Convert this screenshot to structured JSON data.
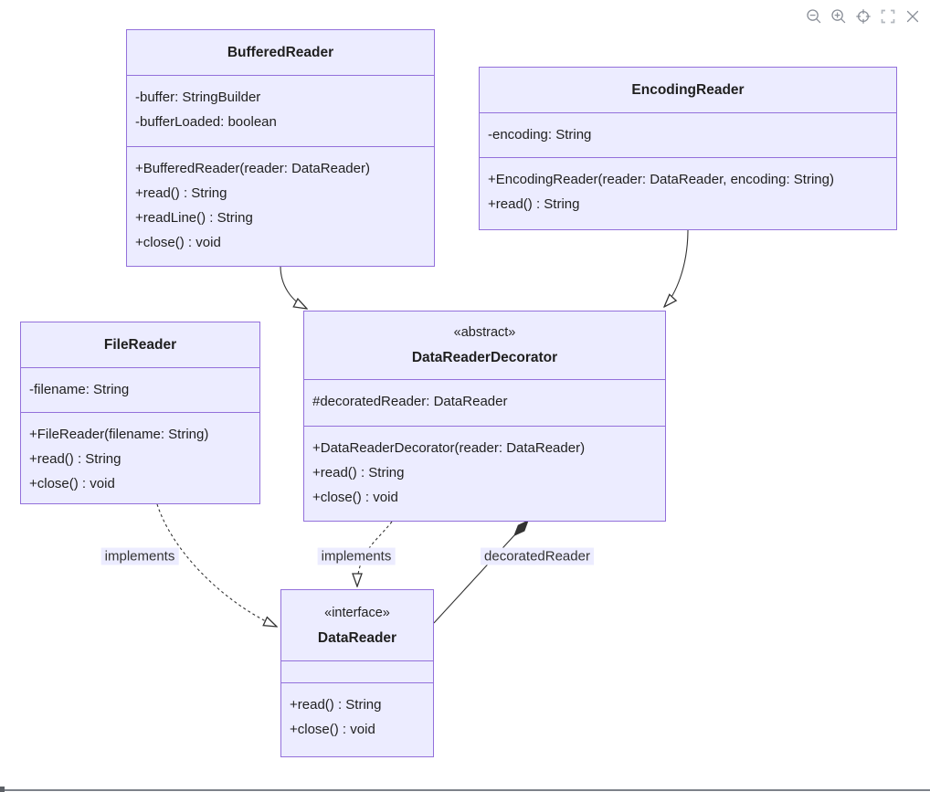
{
  "toolbar": {
    "icons": [
      {
        "name": "zoom-out"
      },
      {
        "name": "zoom-in"
      },
      {
        "name": "reset-view"
      },
      {
        "name": "fullscreen"
      },
      {
        "name": "close"
      }
    ]
  },
  "colors": {
    "node_fill": "#ECECFF",
    "node_border": "#9370DB",
    "edge": "#333333",
    "edge_label_bg": "#ECECFF",
    "text": "#1f1f1f",
    "icon_gray": "#8b9099"
  },
  "diagram": {
    "type": "uml-class-diagram",
    "classes": [
      {
        "name": "BufferedReader",
        "stereotype": "",
        "attributes": [
          "-buffer: StringBuilder",
          "-bufferLoaded: boolean"
        ],
        "methods": [
          "+BufferedReader(reader: DataReader)",
          "+read() : String",
          "+readLine() : String",
          "+close() : void"
        ]
      },
      {
        "name": "EncodingReader",
        "stereotype": "",
        "attributes": [
          "-encoding: String"
        ],
        "methods": [
          "+EncodingReader(reader: DataReader, encoding: String)",
          "+read() : String"
        ]
      },
      {
        "name": "FileReader",
        "stereotype": "",
        "attributes": [
          "-filename: String"
        ],
        "methods": [
          "+FileReader(filename: String)",
          "+read() : String",
          "+close() : void"
        ]
      },
      {
        "name": "DataReaderDecorator",
        "stereotype": "«abstract»",
        "attributes": [
          "#decoratedReader: DataReader"
        ],
        "methods": [
          "+DataReaderDecorator(reader: DataReader)",
          "+read() : String",
          "+close() : void"
        ]
      },
      {
        "name": "DataReader",
        "stereotype": "«interface»",
        "attributes": [],
        "methods": [
          "+read() : String",
          "+close() : void"
        ]
      }
    ],
    "relationships": [
      {
        "from": "BufferedReader",
        "to": "DataReaderDecorator",
        "type": "extension",
        "label": ""
      },
      {
        "from": "EncodingReader",
        "to": "DataReaderDecorator",
        "type": "extension",
        "label": ""
      },
      {
        "from": "FileReader",
        "to": "DataReader",
        "type": "realization",
        "label": "implements"
      },
      {
        "from": "DataReaderDecorator",
        "to": "DataReader",
        "type": "realization",
        "label": "implements"
      },
      {
        "from": "DataReaderDecorator",
        "to": "DataReader",
        "type": "composition",
        "label": "decoratedReader"
      }
    ]
  }
}
